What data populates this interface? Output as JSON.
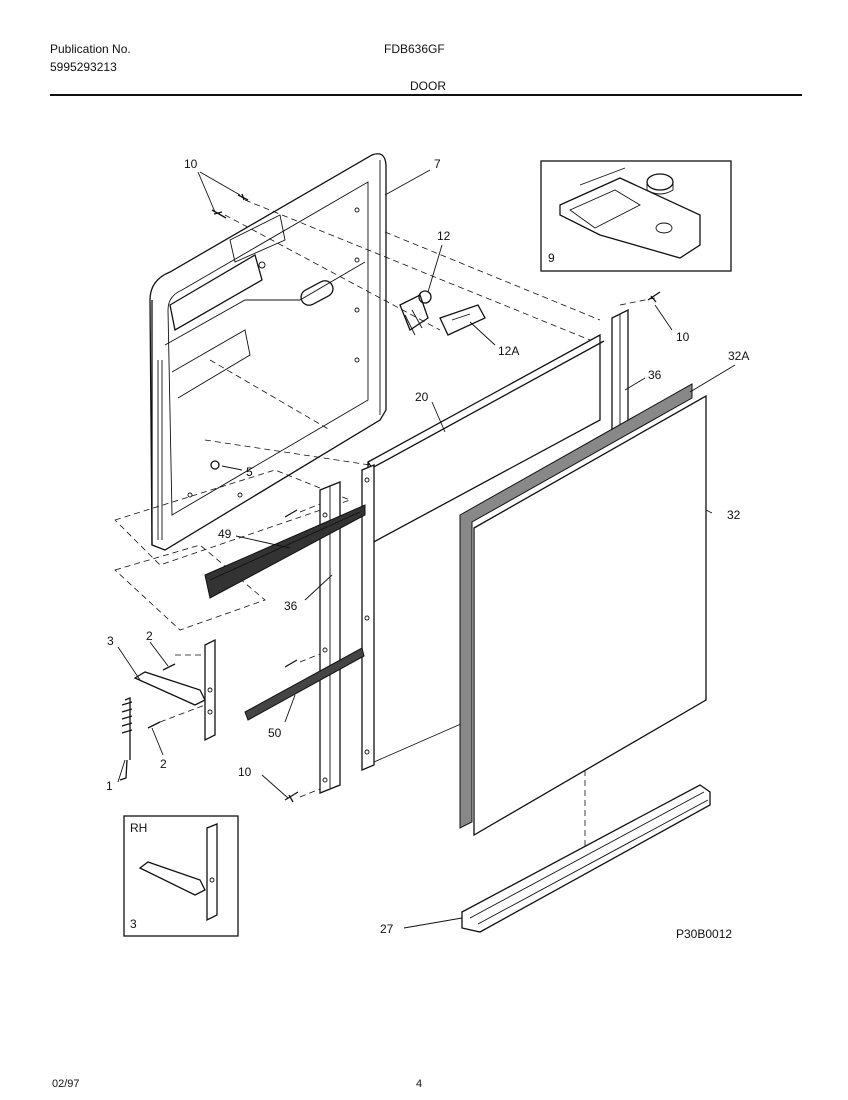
{
  "header": {
    "publication_label": "Publication No.",
    "publication_number": "5995293213",
    "model": "FDB636GF",
    "section": "DOOR"
  },
  "diagram": {
    "figure_code": "P30B0012",
    "inset_rh_label": "RH",
    "inset_rh_part": "3",
    "inset_top_part": "9",
    "callouts": {
      "c1": "1",
      "c2a": "2",
      "c2b": "2",
      "c3": "3",
      "c5": "5",
      "c7": "7",
      "c10a": "10",
      "c10b": "10",
      "c10c": "10",
      "c12": "12",
      "c12a": "12A",
      "c20": "20",
      "c27": "27",
      "c32": "32",
      "c32a": "32A",
      "c36a": "36",
      "c36b": "36",
      "c49": "49",
      "c50": "50"
    }
  },
  "footer": {
    "date": "02/97",
    "page": "4"
  }
}
